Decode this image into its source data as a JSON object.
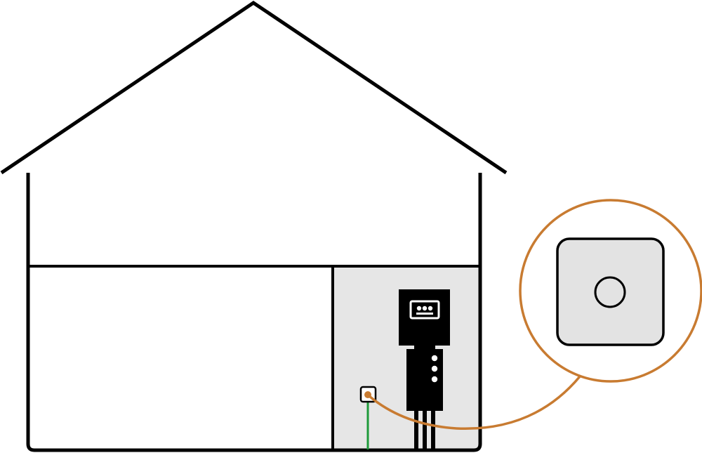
{
  "diagram": {
    "subject": "house-with-meter-room-and-socket-callout",
    "colors": {
      "background": "#ffffff",
      "outline": "#000000",
      "room_fill": "#e6e6e6",
      "callout": "#c87b31",
      "ground_wire": "#1e9a3a",
      "meter_body": "#000000",
      "meter_detail": "#ffffff",
      "socket_fill": "#e3e3e3"
    },
    "icons": {
      "electric_meter": "electric-meter-icon",
      "wall_socket": "wall-socket-icon",
      "magnifier_callout": "zoom-callout-icon"
    },
    "meter": {
      "indicator_dots": 3,
      "display_dots": 3,
      "cables": 3
    }
  }
}
